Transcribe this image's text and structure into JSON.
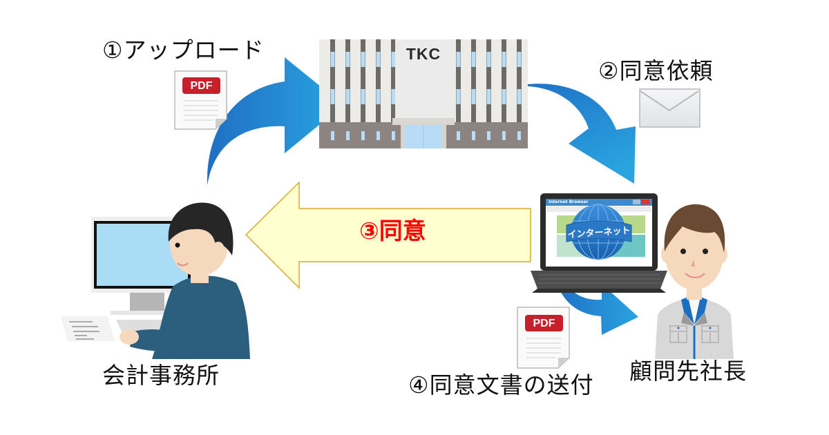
{
  "diagram": {
    "title": "同意書電子化フロー",
    "colors": {
      "flow_arrow_blue_start": "#1f6fc4",
      "flow_arrow_blue_end": "#2aa3e0",
      "consent_arrow_fill": "#ffffd0",
      "consent_arrow_stroke": "#d9aa2a",
      "consent_text": "#ff0000",
      "pdf_badge": "#c8202a",
      "building_facade": "#ecebe8",
      "building_pillar": "#6e6a66",
      "building_window": "#b8dcf5",
      "jacket_accountant": "#2c5f7e",
      "jacket_president": "#d8d8d8",
      "jacket_collar": "#1b6fc1"
    },
    "steps": [
      {
        "id": "step1",
        "label": "①アップロード",
        "icon": "pdf-document"
      },
      {
        "id": "step2",
        "label": "②同意依頼",
        "icon": "envelope"
      },
      {
        "id": "step3",
        "label": "③同意"
      },
      {
        "id": "step4",
        "label": "④同意文書の送付",
        "icon": "pdf-document"
      }
    ],
    "actors": {
      "accounting_office": "会計事務所",
      "client_president": "顧問先社長",
      "tkc_building": "TKC"
    },
    "pdf_badge_text": "PDF",
    "internet_globe_text": "インターネット",
    "browser_window_title": "Internet Browser"
  }
}
